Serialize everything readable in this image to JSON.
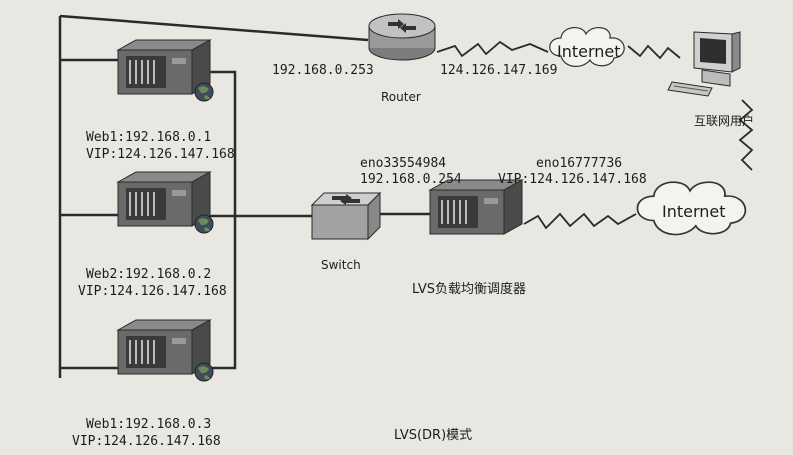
{
  "router": {
    "label": "Router",
    "ip_inner": "192.168.0.253",
    "ip_outer": "124.126.147.169"
  },
  "internet_top": {
    "label": "Internet"
  },
  "internet_right": {
    "label": "Internet"
  },
  "user": {
    "label": "互联网用户"
  },
  "switch": {
    "label": "Switch"
  },
  "lvs": {
    "label": "LVS负载均衡调度器",
    "if1_name": "eno33554984",
    "if1_ip": "192.168.0.254",
    "if2_name": "eno16777736",
    "if2_vip": "VIP:124.126.147.168"
  },
  "web1": {
    "ip": "Web1:192.168.0.1",
    "vip": "VIP:124.126.147.168"
  },
  "web2": {
    "ip": "Web2:192.168.0.2",
    "vip": "VIP:124.126.147.168"
  },
  "web3": {
    "ip": "Web1:192.168.0.3",
    "vip": "VIP:124.126.147.168"
  },
  "caption": "LVS(DR)模式",
  "colors": {
    "line": "#2a2a2a",
    "server_body": "#6e6e6e",
    "server_dark": "#3c3c3c",
    "router": "#a9a9a9"
  }
}
